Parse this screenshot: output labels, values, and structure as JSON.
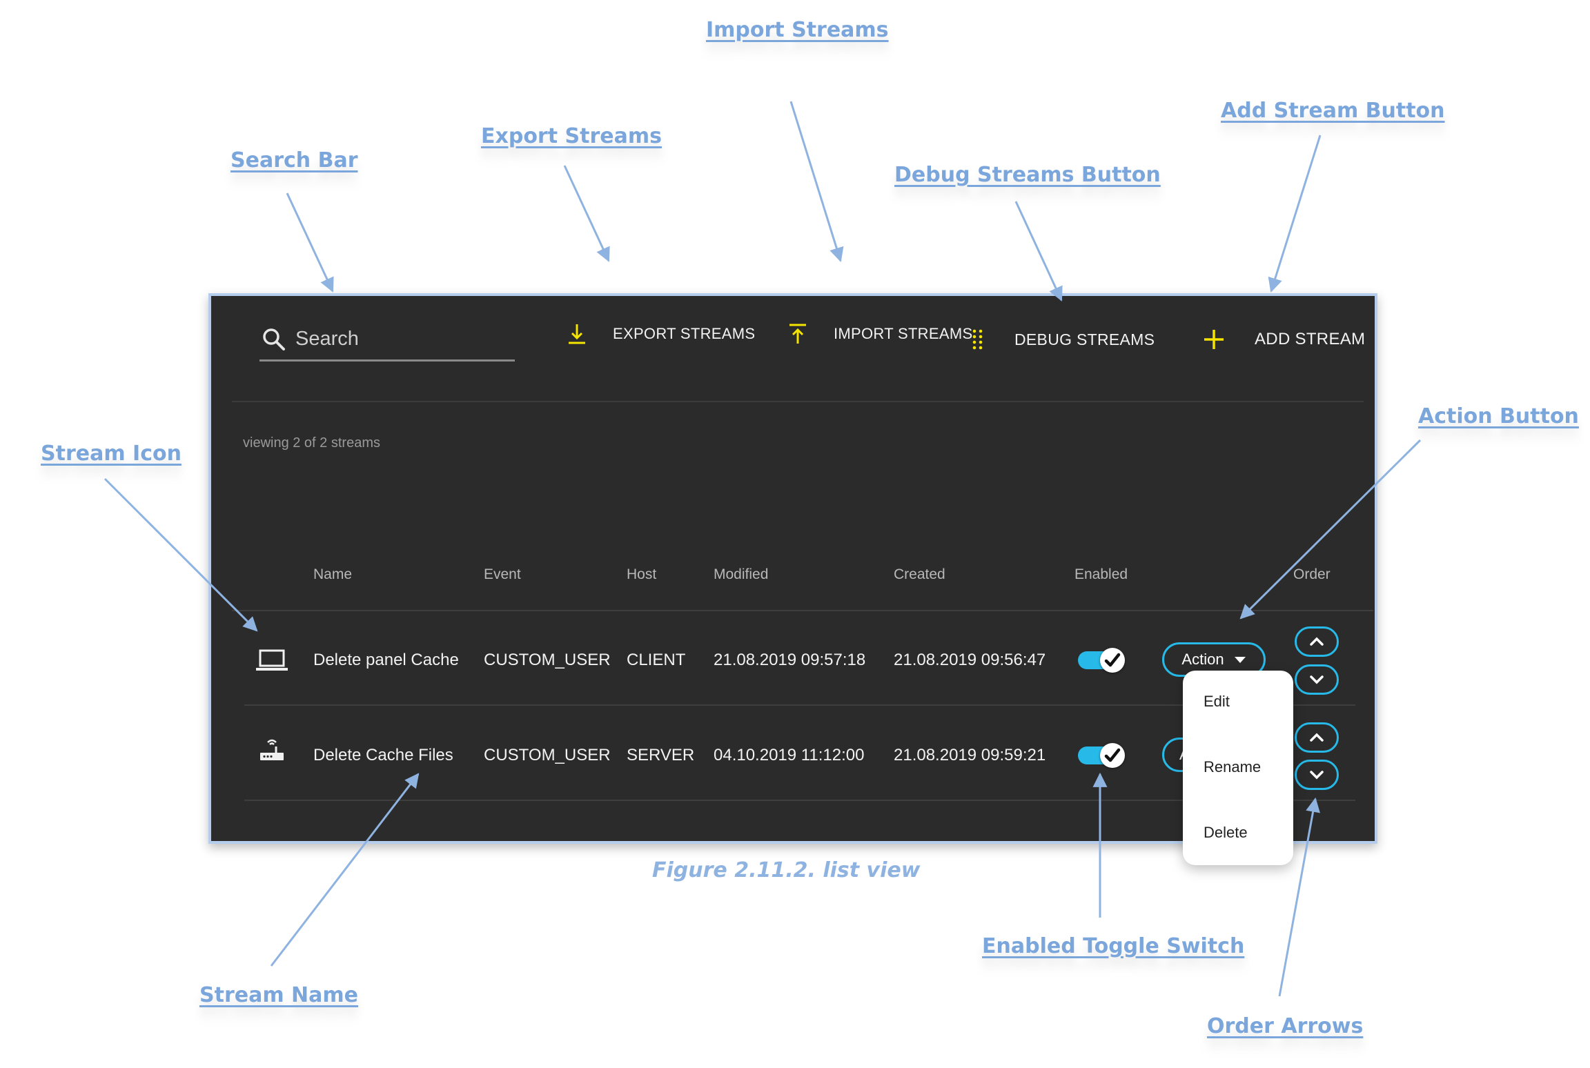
{
  "callouts": {
    "import_streams": "Import Streams",
    "add_stream_button": "Add Stream Button",
    "export_streams": "Export Streams",
    "search_bar": "Search Bar",
    "debug_streams_button": "Debug Streams Button",
    "action_button": "Action Button",
    "stream_icon": "Stream Icon",
    "enabled_toggle_switch": "Enabled Toggle Switch",
    "stream_name": "Stream Name",
    "order_arrows": "Order Arrows"
  },
  "caption": "Figure 2.11.2. list view",
  "toolbar": {
    "search_placeholder": "Search",
    "export_label": "EXPORT STREAMS",
    "import_label": "IMPORT STREAMS",
    "debug_label": "DEBUG STREAMS",
    "add_label": "ADD STREAM"
  },
  "status": {
    "viewing": "viewing 2 of 2 streams"
  },
  "table": {
    "headers": {
      "name": "Name",
      "event": "Event",
      "host": "Host",
      "modified": "Modified",
      "created": "Created",
      "enabled": "Enabled",
      "order": "Order"
    },
    "rows": [
      {
        "icon": "laptop-icon",
        "name": "Delete panel Cache",
        "event": "CUSTOM_USER",
        "host": "CLIENT",
        "modified": "21.08.2019 09:57:18",
        "created": "21.08.2019 09:56:47",
        "enabled": true,
        "action_label": "Action"
      },
      {
        "icon": "router-icon",
        "name": "Delete Cache Files",
        "event": "CUSTOM_USER",
        "host": "SERVER",
        "modified": "04.10.2019 11:12:00",
        "created": "21.08.2019 09:59:21",
        "enabled": true,
        "action_label": "A"
      }
    ]
  },
  "action_menu": {
    "items": [
      "Edit",
      "Rename",
      "Delete"
    ]
  },
  "colors": {
    "accent": "#27b9e8",
    "toolbar_icon": "#f5e400",
    "callout": "#7ba6dc",
    "panel_bg": "#2b2b2b"
  }
}
